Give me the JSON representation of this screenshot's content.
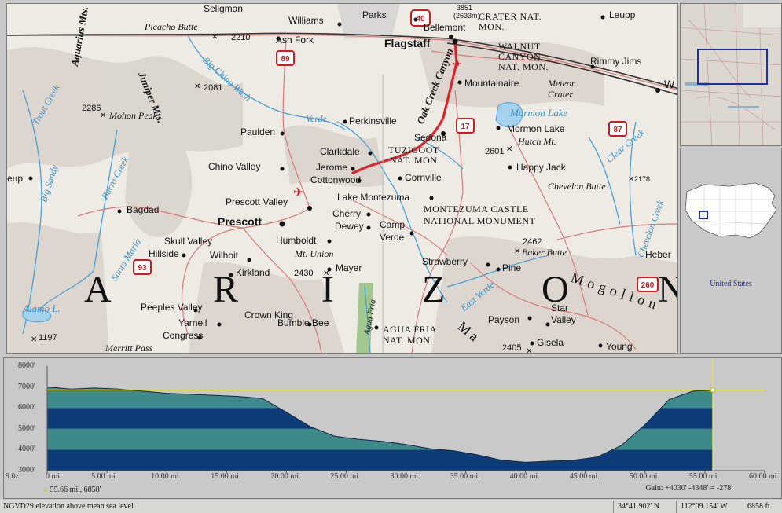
{
  "map": {
    "places": [
      {
        "id": "seligman",
        "text": "Seligman"
      },
      {
        "id": "williams",
        "text": "Williams"
      },
      {
        "id": "parks",
        "text": "Parks"
      },
      {
        "id": "bellemont",
        "text": "Bellemont"
      },
      {
        "id": "flagstaff",
        "text": "Flagstaff"
      },
      {
        "id": "leupp",
        "text": "Leupp"
      },
      {
        "id": "rimmy-jims",
        "text": "Rimmy Jims"
      },
      {
        "id": "ash-fork",
        "text": "Ash Fork"
      },
      {
        "id": "mountainaire",
        "text": "Mountainaire"
      },
      {
        "id": "meteor-crater",
        "text": "Meteor Crater"
      },
      {
        "id": "perkinsville",
        "text": "Perkinsville"
      },
      {
        "id": "paulden",
        "text": "Paulden"
      },
      {
        "id": "sedona",
        "text": "Sedona"
      },
      {
        "id": "mormon-lake-town",
        "text": "Mormon Lake"
      },
      {
        "id": "clarkdale",
        "text": "Clarkdale"
      },
      {
        "id": "jerome",
        "text": "Jerome"
      },
      {
        "id": "cottonwood",
        "text": "Cottonwood"
      },
      {
        "id": "cornville",
        "text": "Cornville"
      },
      {
        "id": "happy-jack",
        "text": "Happy Jack"
      },
      {
        "id": "chino-valley",
        "text": "Chino Valley"
      },
      {
        "id": "lake-montezuma",
        "text": "Lake Montezuma"
      },
      {
        "id": "bagdad",
        "text": "Bagdad"
      },
      {
        "id": "prescott-valley",
        "text": "Prescott Valley"
      },
      {
        "id": "prescott",
        "text": "Prescott"
      },
      {
        "id": "cherry",
        "text": "Cherry"
      },
      {
        "id": "dewey",
        "text": "Dewey"
      },
      {
        "id": "camp-verde",
        "text": "Camp Verde"
      },
      {
        "id": "humboldt",
        "text": "Humboldt"
      },
      {
        "id": "skull-valley",
        "text": "Skull Valley"
      },
      {
        "id": "hillside",
        "text": "Hillside"
      },
      {
        "id": "wilhoit",
        "text": "Wilhoit"
      },
      {
        "id": "kirkland",
        "text": "Kirkland"
      },
      {
        "id": "mayer",
        "text": "Mayer"
      },
      {
        "id": "strawberry",
        "text": "Strawberry"
      },
      {
        "id": "pine",
        "text": "Pine"
      },
      {
        "id": "heber",
        "text": "Heber"
      },
      {
        "id": "peeples-valley",
        "text": "Peeples Valley"
      },
      {
        "id": "yarnell",
        "text": "Yarnell"
      },
      {
        "id": "crown-king",
        "text": "Crown King"
      },
      {
        "id": "bumble-bee",
        "text": "Bumble Bee"
      },
      {
        "id": "congress",
        "text": "Congress"
      },
      {
        "id": "payson",
        "text": "Payson"
      },
      {
        "id": "star-valley",
        "text": "Star Valley"
      },
      {
        "id": "gisela",
        "text": "Gisela"
      },
      {
        "id": "young",
        "text": "Young"
      },
      {
        "id": "cup",
        "text": "eup"
      },
      {
        "id": "w",
        "text": "W"
      }
    ],
    "features": [
      {
        "id": "picacho-butte",
        "text": "Picacho Butte"
      },
      {
        "id": "crater-nat-mon",
        "text": "CRATER NAT. MON."
      },
      {
        "id": "walnut-canyon",
        "text": "WALNUT"
      },
      {
        "id": "walnut-canyon-2",
        "text": "CANYON"
      },
      {
        "id": "walnut-canyon-3",
        "text": "NAT. MON."
      },
      {
        "id": "juniper-mts",
        "text": "Juniper Mts."
      },
      {
        "id": "aquarius-mts",
        "text": "Aquarius Mts."
      },
      {
        "id": "mohon-peak",
        "text": "Mohon Peak"
      },
      {
        "id": "big-chino-wash",
        "text": "Big Chino Wash"
      },
      {
        "id": "oak-creek-canyon",
        "text": "Oak Creek Canyon"
      },
      {
        "id": "mormon-lake",
        "text": "Mormon Lake"
      },
      {
        "id": "hutch-mt",
        "text": "Hutch Mt."
      },
      {
        "id": "verde",
        "text": "Verde"
      },
      {
        "id": "tuzigoot",
        "text": "TUZIGOOT"
      },
      {
        "id": "tuzigoot-2",
        "text": "NAT. MON."
      },
      {
        "id": "clear-creek",
        "text": "Clear Creek"
      },
      {
        "id": "chevelon-butte",
        "text": "Chevelon Butte"
      },
      {
        "id": "chevelon-creek",
        "text": "Chevelon Creek"
      },
      {
        "id": "burro-creek",
        "text": "Burro Creek"
      },
      {
        "id": "big-sandy",
        "text": "Big Sandy"
      },
      {
        "id": "trout-creek",
        "text": "Trout Creek"
      },
      {
        "id": "montezuma-castle",
        "text": "MONTEZUMA CASTLE"
      },
      {
        "id": "montezuma-castle-2",
        "text": "NATIONAL MONUMENT"
      },
      {
        "id": "baker-butte",
        "text": "Baker Butte"
      },
      {
        "id": "mt-union",
        "text": "Mt. Union"
      },
      {
        "id": "santa-maria",
        "text": "Santa Maria"
      },
      {
        "id": "alamo-l",
        "text": "Alamo L."
      },
      {
        "id": "east-verde",
        "text": "East Verde"
      },
      {
        "id": "mogollon",
        "text": "Mogollon"
      },
      {
        "id": "agua-fria",
        "text": "Agua Fria"
      },
      {
        "id": "agua-fria-nm",
        "text": "AGUA FRIA"
      },
      {
        "id": "agua-fria-nm-2",
        "text": "NAT. MON."
      },
      {
        "id": "merritt-pass",
        "text": "Merritt Pass"
      },
      {
        "id": "ma",
        "text": "Ma"
      }
    ],
    "elevations": [
      {
        "id": "e2210",
        "text": "2210"
      },
      {
        "id": "e2081",
        "text": "2081"
      },
      {
        "id": "e2286",
        "text": "2286"
      },
      {
        "id": "e2601",
        "text": "2601"
      },
      {
        "id": "e2178",
        "text": "2178"
      },
      {
        "id": "e2462",
        "text": "2462"
      },
      {
        "id": "e2430",
        "text": "2430"
      },
      {
        "id": "e1197",
        "text": "1197"
      },
      {
        "id": "e2405",
        "text": "2405"
      },
      {
        "id": "e3851",
        "text": "3851"
      },
      {
        "id": "e2633",
        "text": "(2633m)"
      }
    ],
    "state_letters": [
      "A",
      "R",
      "I",
      "Z",
      "O",
      "N"
    ],
    "routes": [
      "40",
      "89",
      "17",
      "87",
      "93",
      "260"
    ],
    "colors": {
      "route": "#e0222a",
      "water": "#3a8fc8",
      "road": "#d97a7a",
      "highway": "#333333"
    }
  },
  "usa_map": {
    "label": "United States"
  },
  "profile": {
    "y_ticks": [
      "8000'",
      "7000'",
      "6000'",
      "5000'",
      "4000'",
      "3000'"
    ],
    "x_ticks": [
      "0 mi.",
      "5.00 mi.",
      "10.00 mi.",
      "15.00 mi.",
      "20.00 mi.",
      "25.00 mi.",
      "30.00 mi.",
      "35.00 mi.",
      "40.00 mi.",
      "45.00 mi.",
      "50.00 mi.",
      "55.00 mi.",
      "60.00 mi."
    ],
    "corner_label": "9.0z",
    "cursor_readout": "55.66 mi., 6858'",
    "gain": "Gain: +4030' -4348' = -278'",
    "series": {
      "distance_mi": [
        0,
        2,
        4,
        6,
        8,
        10,
        12,
        14,
        16,
        18,
        20,
        22,
        24,
        26,
        28,
        30,
        32,
        34,
        36,
        38,
        40,
        42,
        44,
        46,
        48,
        50,
        52,
        54,
        55.66
      ],
      "elevation_ft": [
        7000,
        6900,
        6950,
        6900,
        6800,
        6700,
        6650,
        6600,
        6550,
        6450,
        5800,
        5100,
        4650,
        4500,
        4400,
        4250,
        4050,
        3950,
        3750,
        3500,
        3400,
        3450,
        3500,
        3650,
        4200,
        5200,
        6400,
        6800,
        6858
      ]
    },
    "colors": {
      "band_dark": "#0d3c78",
      "band_light": "#3e8a8a",
      "sky": "#c9c9c9",
      "cursor": "#e6e65a"
    }
  },
  "status_bar": {
    "datum": "NGVD29 elevation above mean sea level",
    "lat": "34°41.902' N",
    "lon": "112°09.154' W",
    "elev": "6858 ft."
  }
}
